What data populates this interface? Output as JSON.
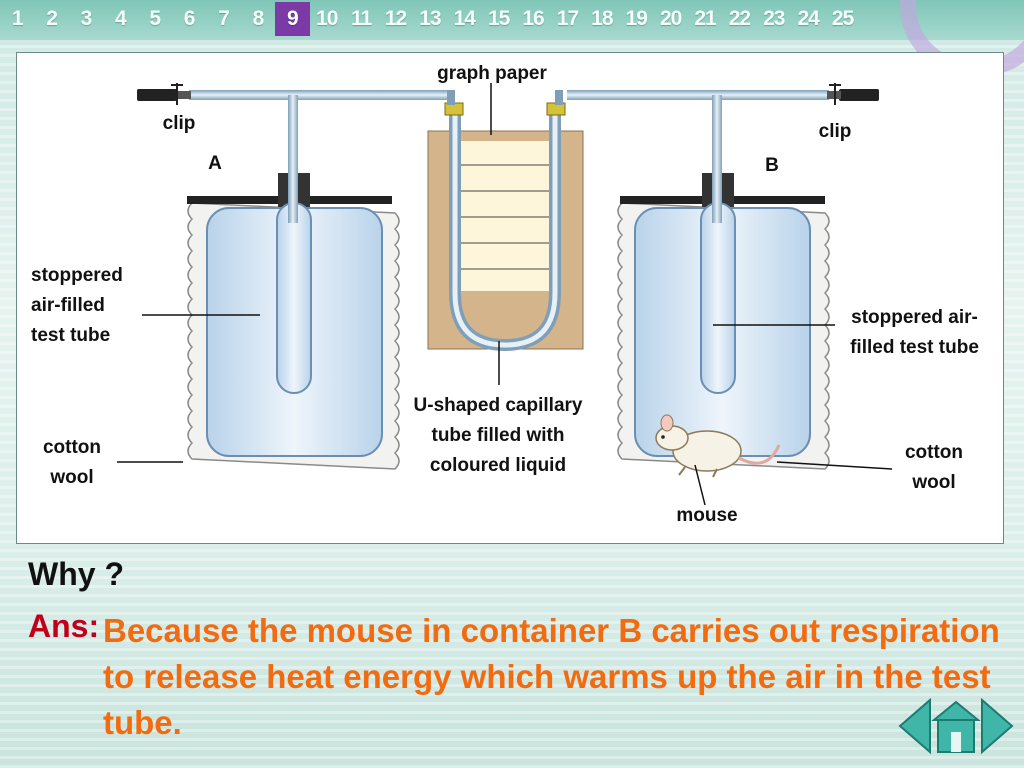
{
  "nav": {
    "pages": [
      "1",
      "2",
      "3",
      "4",
      "5",
      "6",
      "7",
      "8",
      "9",
      "10",
      "11",
      "12",
      "13",
      "14",
      "15",
      "16",
      "17",
      "18",
      "19",
      "20",
      "21",
      "22",
      "23",
      "24",
      "25"
    ],
    "active": "9"
  },
  "diagram": {
    "labels": {
      "graph_paper": "graph paper",
      "clip_left": "clip",
      "clip_right": "clip",
      "container_a": "A",
      "container_b": "B",
      "stoppered_left": "stoppered\nair-filled\ntest tube",
      "stoppered_right": "stoppered air-\nfilled  test tube",
      "cotton_left": "cotton\nwool",
      "cotton_right": "cotton\nwool",
      "u_tube": "U-shaped capillary\ntube  filled with\ncoloured liquid",
      "mouse": "mouse"
    }
  },
  "question": "Why ?",
  "answer_label": "Ans:",
  "answer_text": "Because the mouse in container B carries out respiration to release heat energy which warms up the air in the test tube.",
  "colors": {
    "answer": "#f26b10",
    "ans_label": "#c0001a",
    "nav_active": "#7b3aa6"
  },
  "icons": [
    "back-arrow-icon",
    "home-icon",
    "forward-arrow-icon"
  ]
}
